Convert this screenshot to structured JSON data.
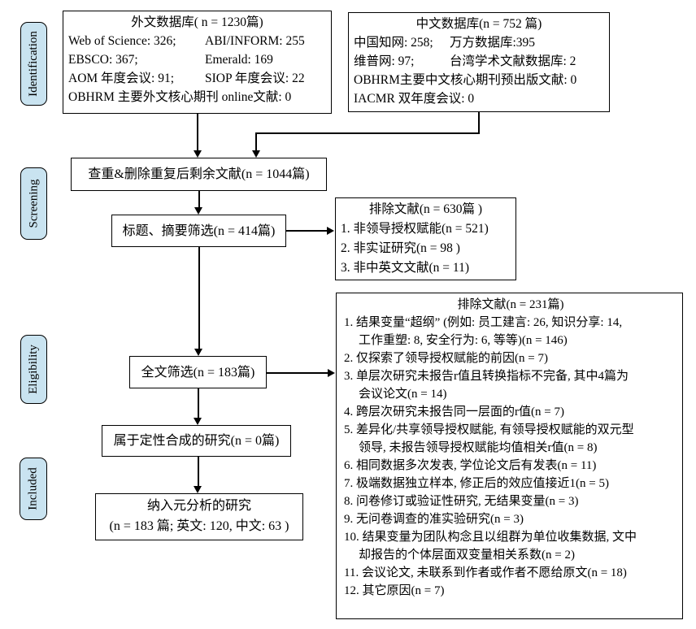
{
  "colors": {
    "stage_fill": "#c9e3f0",
    "line": "#000000",
    "box_bg": "#ffffff"
  },
  "stages": {
    "identification": "Identification",
    "screening": "Screening",
    "eligibility": "Eligibility",
    "included": "Included"
  },
  "boxes": {
    "foreign_db": {
      "title": "外文数据库( n = 1230篇)",
      "rows": [
        {
          "c1": "Web of Science: 326;",
          "c2": "ABI/INFORM: 255"
        },
        {
          "c1": "EBSCO: 367;",
          "c2": "Emerald: 169"
        },
        {
          "c1": "AOM 年度会议: 91;",
          "c2": "SIOP 年度会议: 22"
        }
      ],
      "full_row": "OBHRM 主要外文核心期刊 online文献: 0"
    },
    "chinese_db": {
      "title": "中文数据库(n = 752 篇)",
      "rows": [
        {
          "c1": "中国知网: 258;",
          "c2": "万方数据库:395"
        },
        {
          "c1": "维普网: 97;",
          "c2": "台湾学术文献数据库: 2"
        }
      ],
      "full_rows": [
        "OBHRM主要中文核心期刊预出版文献: 0",
        "IACMR 双年度会议: 0"
      ]
    },
    "dedup": {
      "text": "查重&删除重复后剩余文献(n = 1044篇)"
    },
    "title_abstract": {
      "text": "标题、摘要筛选(n = 414篇)"
    },
    "excluded_screening": {
      "title": "排除文献(n = 630篇 )",
      "items": [
        "1. 非领导授权赋能(n = 521)",
        "2. 非实证研究(n = 98 )",
        "3. 非中英文文献(n = 11)"
      ]
    },
    "fulltext": {
      "text": "全文筛选(n = 183篇)"
    },
    "excluded_fulltext": {
      "title": "排除文献(n = 231篇)",
      "items": [
        "1. 结果变量“超纲” (例如: 员工建言: 26, 知识分享: 14,\n工作重塑: 8, 安全行为: 6, 等等)(n = 146)",
        "2. 仅探索了领导授权赋能的前因(n = 7)",
        "3. 单层次研究未报告r值且转换指标不完备, 其中4篇为\n会议论文(n = 14)",
        "4. 跨层次研究未报告同一层面的r值(n = 7)",
        "5. 差异化/共享领导授权赋能, 有领导授权赋能的双元型\n领导, 未报告领导授权赋能均值相关r值(n = 8)",
        "6. 相同数据多次发表, 学位论文后有发表(n = 11)",
        "7. 极端数据独立样本, 修正后的效应值接近1(n = 5)",
        "8. 问卷修订或验证性研究, 无结果变量(n = 3)",
        "9. 无问卷调查的准实验研究(n = 3)",
        "10. 结果变量为团队构念且以组群为单位收集数据, 文中\n却报告的个体层面双变量相关系数(n = 2)",
        "11. 会议论文, 未联系到作者或作者不愿给原文(n = 18)",
        "12. 其它原因(n = 7)"
      ]
    },
    "qualitative": {
      "text": "属于定性合成的研究(n = 0篇)"
    },
    "included_meta": {
      "line1": "纳入元分析的研究",
      "line2": "(n = 183 篇; 英文: 120, 中文: 63 )"
    }
  }
}
